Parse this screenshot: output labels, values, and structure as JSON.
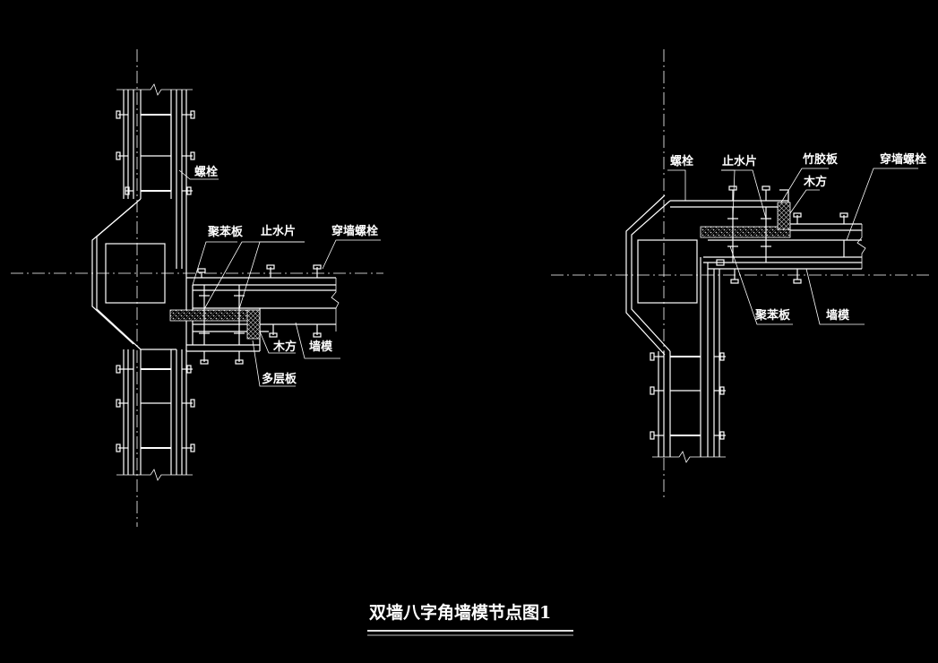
{
  "drawing": {
    "title": "双墙八字角墙模节点图1",
    "left_detail": {
      "labels": {
        "bolt": "螺栓",
        "foam_board": "聚苯板",
        "water_stop": "止水片",
        "through_wall_bolt": "穿墙螺栓",
        "timber": "木方",
        "wall_formwork": "墙模",
        "plywood": "多层板"
      }
    },
    "right_detail": {
      "labels": {
        "bolt": "螺栓",
        "water_stop": "止水片",
        "bamboo_plywood": "竹胶板",
        "timber": "木方",
        "through_wall_bolt": "穿墙螺栓",
        "foam_board": "聚苯板",
        "wall_formwork": "墙模"
      }
    }
  }
}
